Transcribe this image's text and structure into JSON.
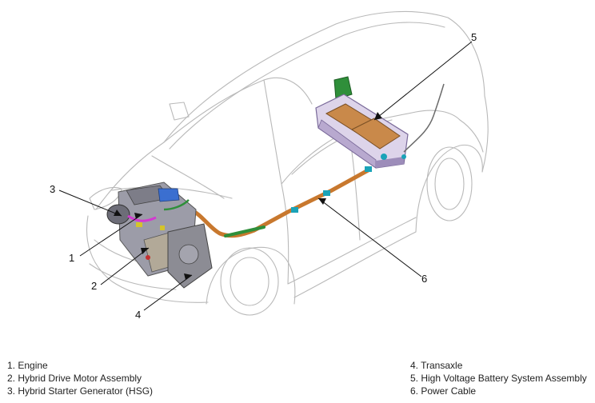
{
  "callouts": [
    "1",
    "2",
    "3",
    "4",
    "5",
    "6"
  ],
  "legend": {
    "left": [
      "1. Engine",
      "2. Hybrid Drive Motor Assembly",
      "3. Hybrid Starter Generator (HSG)"
    ],
    "right": [
      "4. Transaxle",
      "5. High Voltage Battery System Assembly",
      "6. Power Cable"
    ]
  },
  "colors": {
    "outline": "#b9b9b9",
    "cable": "#c8782e",
    "battery_frame": "#7a6a9a",
    "battery_cells": "#c9894a",
    "engine": "#7d7d88",
    "harness_green": "#2f8f3a",
    "hsg_magenta": "#d23ad0"
  }
}
